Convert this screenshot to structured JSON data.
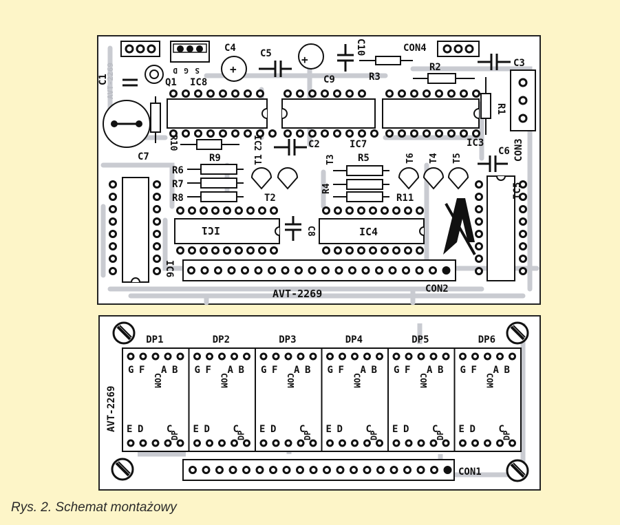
{
  "caption": "Rys. 2. Schemat montażowy",
  "colors": {
    "page": "#fdf5c8",
    "board": "#ffffff",
    "trace": "#c9cbd1",
    "ink": "#111111"
  },
  "board_top": {
    "board_label": "AVT-2269",
    "mirror_label": "AVT-2269",
    "components": [
      "C1",
      "C4",
      "C5",
      "C10",
      "CON4",
      "C3",
      "Q1",
      "IC8",
      "C9",
      "R3",
      "R2",
      "R1",
      "IC3",
      "C7",
      "R10",
      "IC2",
      "C2",
      "IC7",
      "C6",
      "CON3",
      "R9",
      "R6",
      "R7",
      "R8",
      "T1",
      "T2",
      "T3",
      "R4",
      "R5",
      "R11",
      "T6",
      "T4",
      "T5",
      "IC5",
      "IC1",
      "C8",
      "IC4",
      "IC6",
      "CON2"
    ],
    "pin_labels": [
      "D",
      "G",
      "S"
    ]
  },
  "board_bottom": {
    "board_label": "AVT-2269",
    "connector": "CON1",
    "displays": [
      "DP1",
      "DP2",
      "DP3",
      "DP4",
      "DP5",
      "DP6"
    ],
    "top_pins": [
      "G",
      "F",
      "COM",
      "A",
      "B"
    ],
    "bottom_pins": [
      "E",
      "D",
      "C",
      "DP"
    ]
  }
}
